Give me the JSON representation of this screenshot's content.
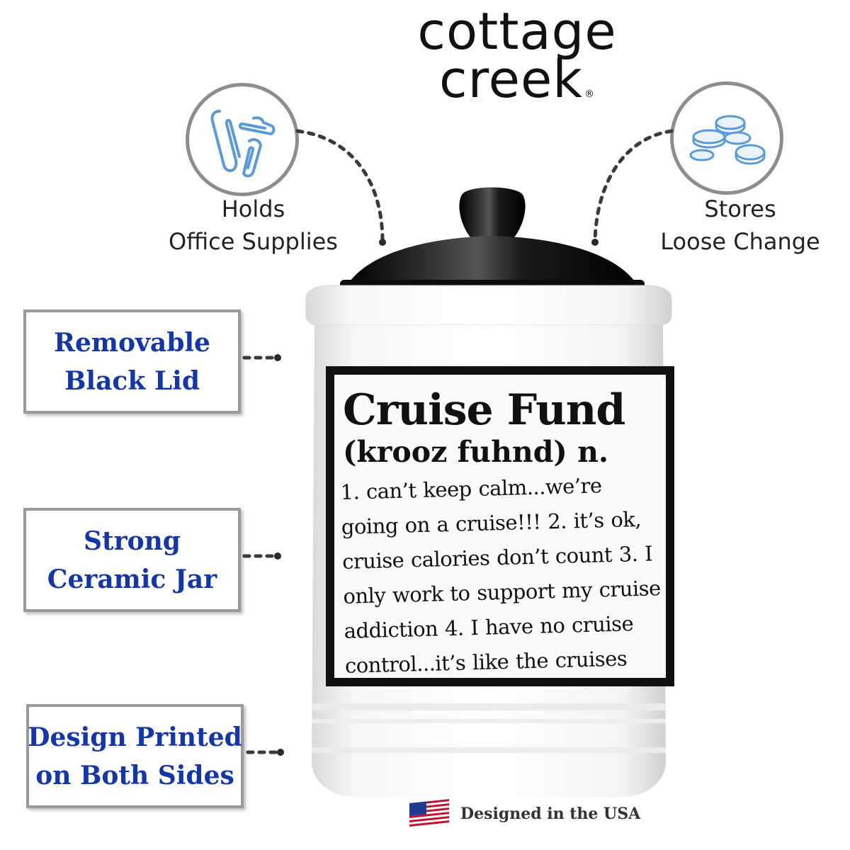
{
  "brand": {
    "line1": "cottage",
    "line2": "creek",
    "mark": "®"
  },
  "callouts": {
    "office": {
      "icon": "paperclip-icon",
      "line1": "Holds",
      "line2": "Office Supplies"
    },
    "change": {
      "icon": "coins-icon",
      "line1": "Stores",
      "line2": "Loose Change"
    }
  },
  "features": [
    {
      "line1": "Removable",
      "line2": "Black Lid"
    },
    {
      "line1": "Strong",
      "line2": "Ceramic Jar"
    },
    {
      "line1": "Design Printed",
      "line2": "on Both Sides"
    }
  ],
  "jar_label": {
    "title": "Cruise Fund",
    "pronunciation": "(krooz fuhnd) n.",
    "definition": "1. can’t keep calm...we’re going on a cruise!!! 2. it’s ok, cruise calories don’t count 3. I only work to support my cruise addiction 4. I have no cruise control...it’s like the cruises just book themselves!"
  },
  "footer": {
    "flag_icon": "usa-flag-icon",
    "text": "Designed in the USA"
  },
  "colors": {
    "feature_text": "#1536a6",
    "icon_blue": "#5b9bd5",
    "lid": "#0a0a0a",
    "jar": "#f4f4f4"
  }
}
